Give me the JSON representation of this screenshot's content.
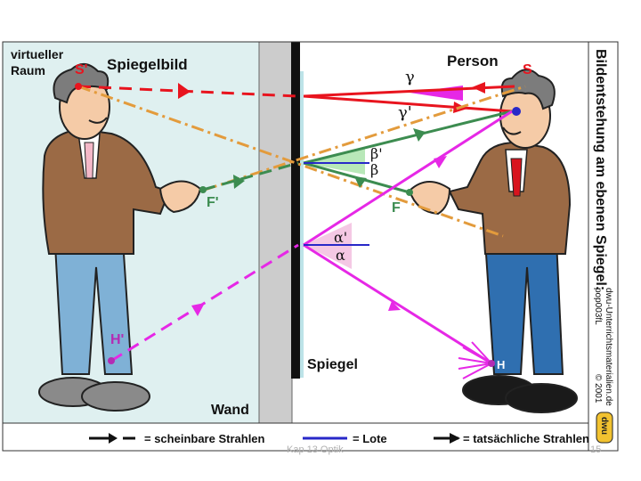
{
  "labels": {
    "virtual_room_line1": "virtueller",
    "virtual_room_line2": "Raum",
    "mirror_image": "Spiegelbild",
    "person": "Person",
    "mirror": "Spiegel",
    "wall": "Wand",
    "point_S": "S",
    "point_S_virtual": "S'",
    "point_F": "F",
    "point_F_virtual": "F'",
    "point_H": "H",
    "point_H_virtual": "H'",
    "angle_gamma": "γ",
    "angle_gamma_prime": "γ'",
    "angle_beta": "β",
    "angle_beta_prime": "β'",
    "angle_alpha": "α",
    "angle_alpha_prime": "α'"
  },
  "side_panel": {
    "title": "Bildentstehung am ebenen Spiegel:",
    "source_line1": "dwu-Unterrichtsmaterialien.de",
    "source_line2": "pop003fL",
    "copyright": "© 2001",
    "logo": "dwu"
  },
  "legend": {
    "apparent_rays": "= scheinbare Strahlen",
    "normals": "= Lote",
    "actual_rays": "= tatsächliche Strahlen"
  },
  "footer": {
    "caption": "Kap 13 Optik",
    "page": "15"
  },
  "colors": {
    "virtual_bg": "#dff0f0",
    "wall": "#cccccc",
    "red_ray": "#e8141e",
    "green_ray": "#3c8c50",
    "orange_ray": "#e39b3c",
    "magenta_ray": "#e628e6",
    "normal_line": "#2828c8",
    "skin": "#f5cba7",
    "jacket": "#9b6a45",
    "trousers": "#7fb1d6",
    "hair": "#7c7c7c"
  }
}
